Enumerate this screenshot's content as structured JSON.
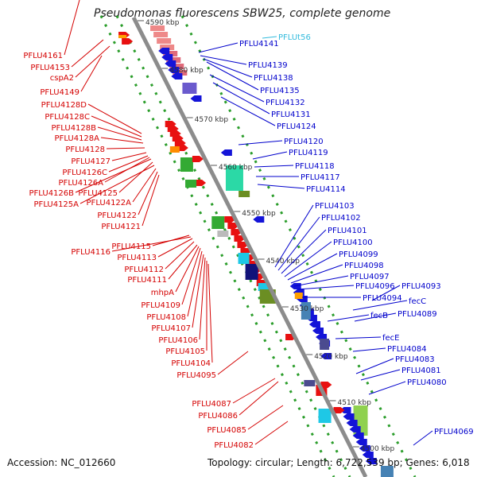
{
  "title": "Pseudomonas fluorescens SBW25, complete genome",
  "footer": {
    "accession": "Accession: NC_012660",
    "topology": "Topology: circular; Length: 6,722,539 bp; Genes: 6,018"
  },
  "colors": {
    "backbone": "#8c8c8c",
    "dots": "#2a9d2a",
    "left_labels": "#d40000",
    "right_labels": "#0000cc",
    "rna_label": "#33bbdd",
    "ruler_text": "#333333"
  },
  "ruler": [
    "4590 kbp",
    "4580 kbp",
    "4570 kbp",
    "4560 kbp",
    "4550 kbp",
    "4540 kbp",
    "4530 kbp",
    "4520 kbp",
    "4510 kbp",
    "4500 kbp"
  ],
  "left_labels": [
    "PFLU4161",
    "PFLU4153",
    "cspA2",
    "PFLU4149",
    "PFLU4128D",
    "PFLU4128C",
    "PFLU4128B",
    "PFLU4128A",
    "PFLU4128",
    "PFLU4127",
    "PFLU4126C",
    "PFLU4126A",
    "PFLU4126B",
    "PFLU4125",
    "PFLU4125A",
    "PFLU4122A",
    "PFLU4122",
    "PFLU4121",
    "PFLU4115",
    "PFLU4116",
    "PFLU4113",
    "PFLU4112",
    "PFLU4111",
    "mhpA",
    "PFLU4109",
    "PFLU4108",
    "PFLU4107",
    "PFLU4106",
    "PFLU4105",
    "PFLU4104",
    "PFLU4095",
    "PFLU4087",
    "PFLU4086",
    "PFLU4085",
    "PFLU4082"
  ],
  "right_labels": [
    "PFLU4141",
    "PFLUt56",
    "PFLU4139",
    "PFLU4138",
    "PFLU4135",
    "PFLU4132",
    "PFLU4131",
    "PFLU4124",
    "PFLU4120",
    "PFLU4119",
    "PFLU4118",
    "PFLU4117",
    "PFLU4114",
    "PFLU4103",
    "PFLU4102",
    "PFLU4101",
    "PFLU4100",
    "PFLU4099",
    "PFLU4098",
    "PFLU4097",
    "PFLU4096",
    "PFLU4093",
    "PFLU4094",
    "fecC",
    "fecB",
    "PFLU4089",
    "fecE",
    "PFLU4084",
    "PFLU4083",
    "PFLU4081",
    "PFLU4080",
    "PFLU4069"
  ]
}
